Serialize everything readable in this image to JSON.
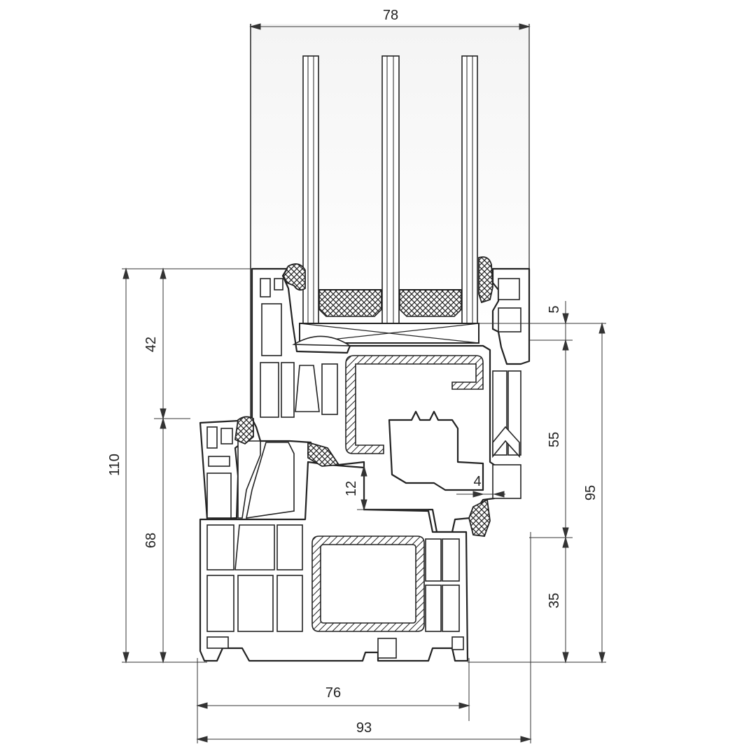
{
  "drawing": {
    "dimensions": {
      "top_width": "78",
      "glass_gap": "5",
      "sash_height": "55",
      "frame_height": "95",
      "lower_height": "35",
      "left_upper": "42",
      "left_total": "110",
      "left_lower": "68",
      "overlap_12": "12",
      "gap_4": "4",
      "frame_depth_76": "76",
      "frame_depth_93": "93"
    },
    "colors": {
      "line": "#222222",
      "glass": "#f7f7f7",
      "background": "#ffffff"
    }
  }
}
